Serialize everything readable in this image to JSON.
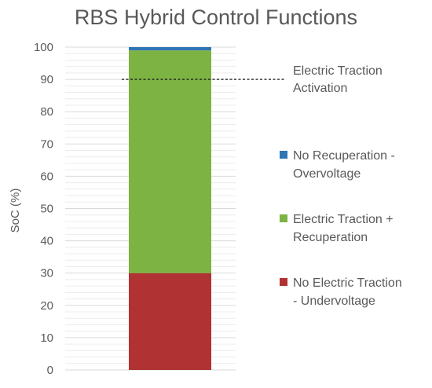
{
  "chart_data": {
    "type": "bar",
    "stacked": true,
    "title": "RBS Hybrid Control Functions",
    "ylabel": "SoC (%)",
    "xlabel": "",
    "ylim": [
      0,
      100
    ],
    "yticks": [
      0,
      10,
      20,
      30,
      40,
      50,
      60,
      70,
      80,
      90,
      100
    ],
    "minor_gridlines": true,
    "categories": [
      ""
    ],
    "series": [
      {
        "name": "No Electric Traction - Undervoltage",
        "legend_lines": [
          "No Electric Traction",
          "- Undervoltage"
        ],
        "values": [
          30
        ],
        "color": "#b03232"
      },
      {
        "name": "Electric Traction + Recuperation",
        "legend_lines": [
          "Electric Traction +",
          "Recuperation"
        ],
        "values": [
          69
        ],
        "color": "#7cb342"
      },
      {
        "name": "No Recuperation - Overvoltage",
        "legend_lines": [
          "No Recuperation -",
          "Overvoltage"
        ],
        "values": [
          1
        ],
        "color": "#2e75b6"
      }
    ],
    "legend_position": "right",
    "annotations": [
      {
        "lines": [
          "Electric Traction",
          "Activation"
        ],
        "y": 90,
        "style": "dashed-line"
      }
    ]
  }
}
